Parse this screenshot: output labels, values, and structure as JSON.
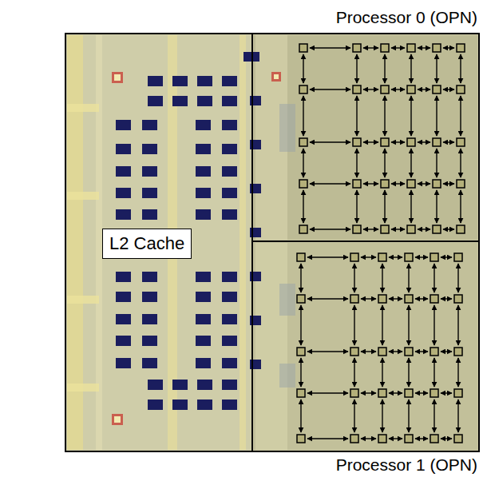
{
  "diagram": {
    "nodes": [
      {
        "text": [
          "Processor 0 (OPN)"
        ]
      },
      {
        "text": [
          "L2 Cache"
        ]
      },
      {
        "text": [
          "Processor 1 (OPN)"
        ]
      }
    ]
  }
}
